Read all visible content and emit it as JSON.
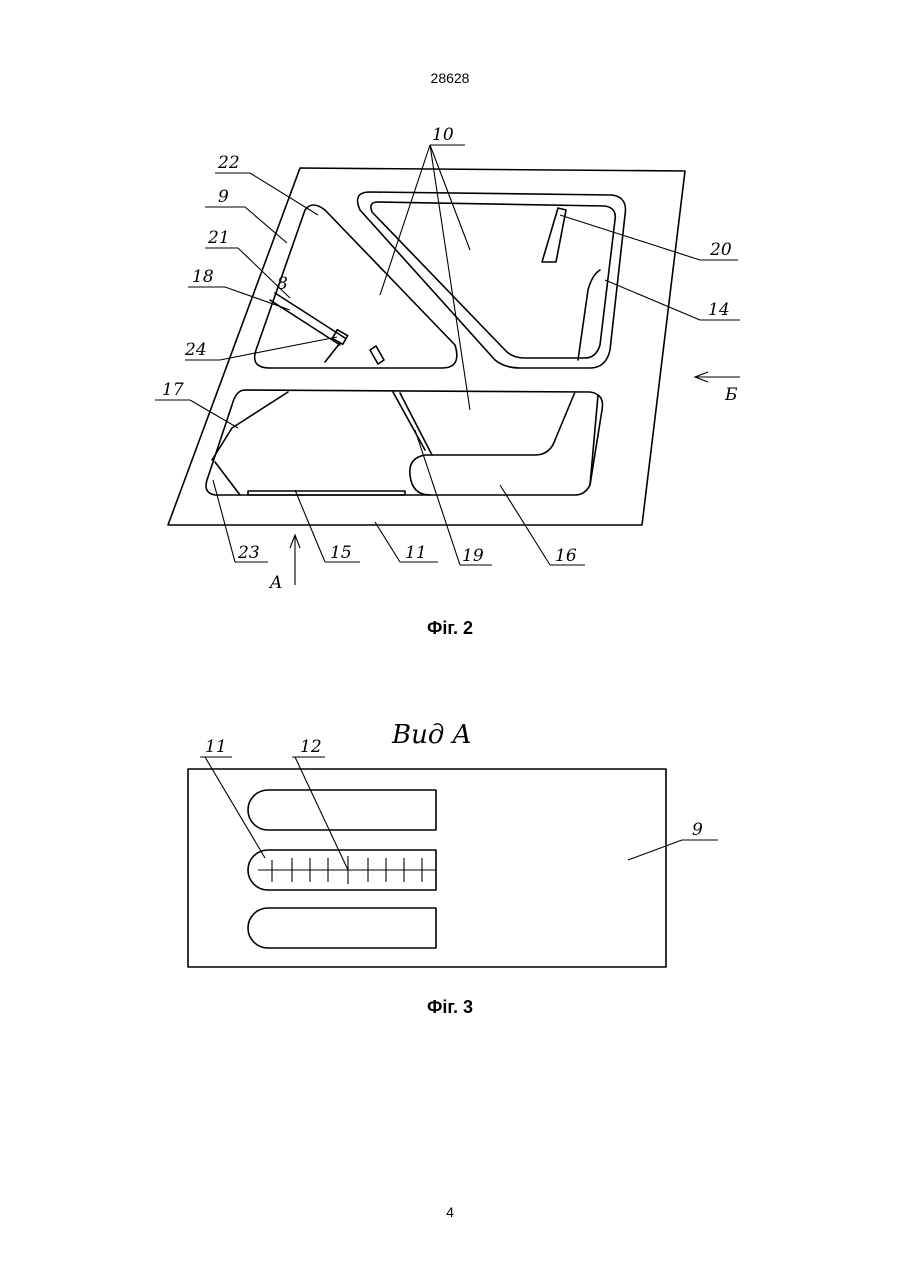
{
  "header": {
    "doc_number": "28628"
  },
  "footer": {
    "page_number": "4"
  },
  "figure2": {
    "caption": "Фіг. 2",
    "labels": {
      "l10": "10",
      "l22": "22",
      "l9": "9",
      "l21": "21",
      "l8": "8",
      "l18": "18",
      "l24": "24",
      "l17": "17",
      "l20": "20",
      "l14": "14",
      "lB": "Б",
      "l23": "23",
      "lA": "A",
      "l15": "15",
      "l11": "11",
      "l19": "19",
      "l16": "16"
    }
  },
  "figure3": {
    "caption": "Фіг. 3",
    "title": "Вид A",
    "labels": {
      "l11": "11",
      "l12": "12",
      "l9": "9"
    }
  }
}
